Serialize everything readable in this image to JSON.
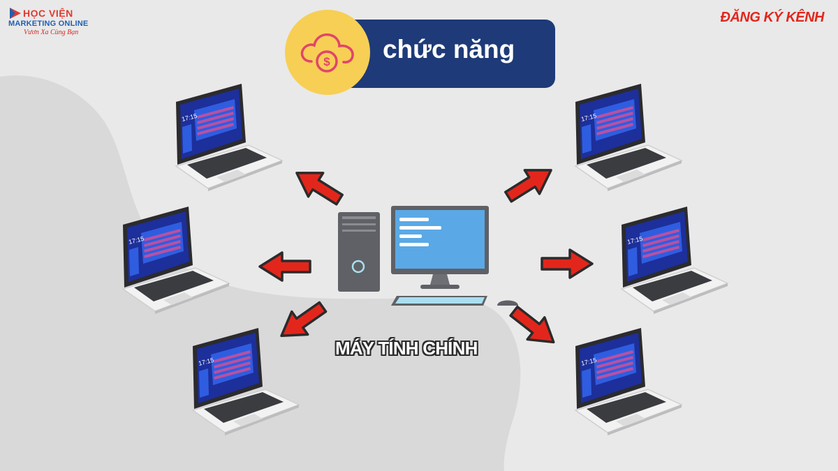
{
  "logo": {
    "name": "HỌC VIỆN",
    "subtitle": "MARKETING ONLINE",
    "slogan": "Vươn Xa Cùng Bạn"
  },
  "subscribe_label": "ĐĂNG KÝ KÊNH",
  "title": {
    "text": "chức năng",
    "icon": "cloud-dollar-icon"
  },
  "central": {
    "label": "MÁY TÍNH CHÍNH",
    "icons": [
      "computer-tower-icon",
      "monitor-icon",
      "keyboard-icon",
      "mouse-icon"
    ]
  },
  "laptop_clock": "17:15",
  "laptops": [
    {
      "name": "laptop-top-left",
      "side": "left"
    },
    {
      "name": "laptop-middle-left",
      "side": "left"
    },
    {
      "name": "laptop-bottom-left",
      "side": "left"
    },
    {
      "name": "laptop-top-right",
      "side": "right"
    },
    {
      "name": "laptop-middle-right",
      "side": "right"
    },
    {
      "name": "laptop-bottom-right",
      "side": "right"
    }
  ],
  "colors": {
    "background": "#e9e9e9",
    "title_pill": "#1e3a78",
    "title_circle": "#f7cf55",
    "icon_stroke": "#e0456a",
    "arrow": "#e3261c",
    "laptop_screen": "#1d2f9a",
    "subscribe": "#e3261c"
  }
}
